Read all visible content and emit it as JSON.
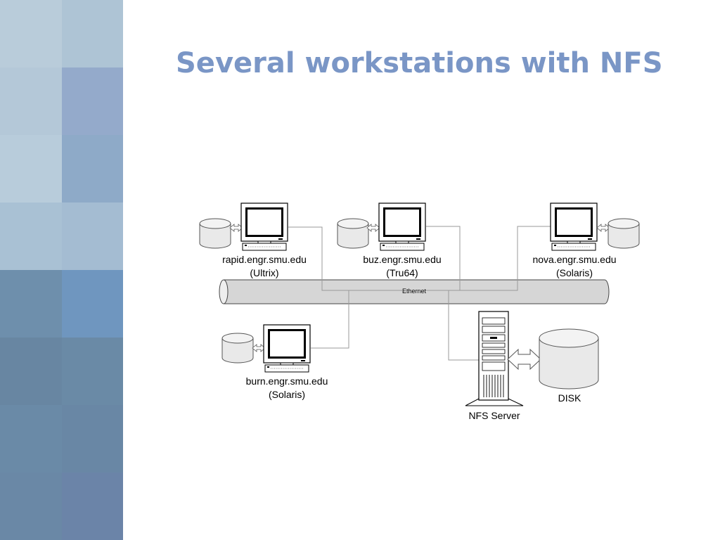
{
  "slide": {
    "title": "Several workstations with NFS"
  },
  "network": {
    "bus_label": "Ethernet"
  },
  "workstations": [
    {
      "hostname": "rapid.engr.smu.edu",
      "os": "(Ultrix)"
    },
    {
      "hostname": "buz.engr.smu.edu",
      "os": "(Tru64)"
    },
    {
      "hostname": "nova.engr.smu.edu",
      "os": "(Solaris)"
    },
    {
      "hostname": "burn.engr.smu.edu",
      "os": "(Solaris)"
    }
  ],
  "server": {
    "label": "NFS Server"
  },
  "disk": {
    "label": "DISK"
  },
  "colors": {
    "title": "#7a96c6",
    "sidebar_light": "#b4c9d9",
    "sidebar_blue": "#90a8c8",
    "sidebar_mid": "#6e93b4",
    "sidebar_dark": "#6688a2",
    "cylinder_fill": "#e9e9e9",
    "ethernet_fill": "#d6d6d6"
  },
  "icons": {
    "workstation": "desktop-computer-icon",
    "local_disk": "disk-cylinder-icon",
    "server": "tower-server-icon",
    "connector": "double-arrow-icon"
  }
}
